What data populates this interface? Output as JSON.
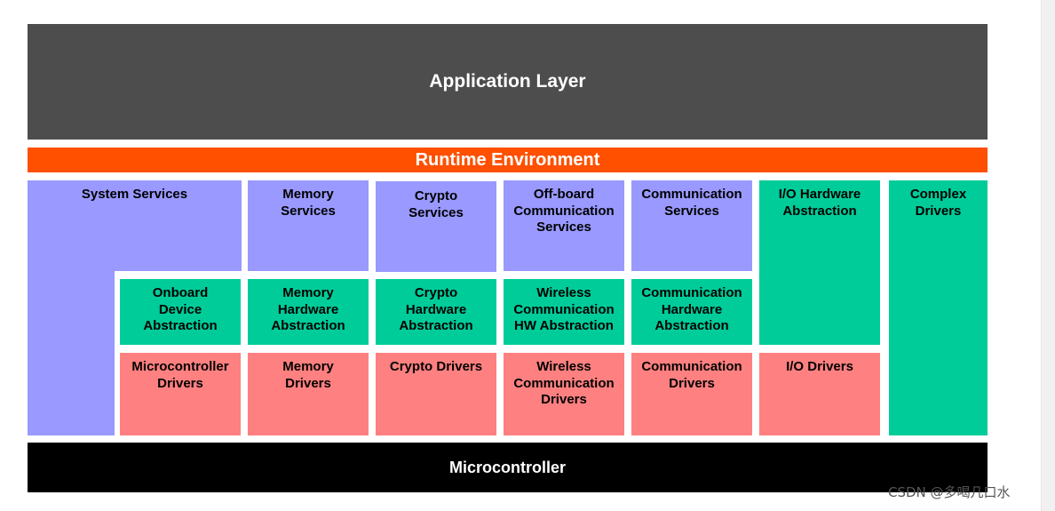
{
  "layers": {
    "application": "Application Layer",
    "rte": "Runtime Environment",
    "microcontroller": "Microcontroller"
  },
  "services": {
    "system": "System Services",
    "memory": "Memory\nServices",
    "crypto": "Crypto\nServices",
    "offboard": "Off-board\nCommunication\nServices",
    "communication": "Communication\nServices"
  },
  "ecu_abstraction": {
    "io_hardware": "I/O Hardware\nAbstraction",
    "complex_drivers": "Complex\nDrivers",
    "onboard": "Onboard\nDevice\nAbstraction",
    "memory": "Memory\nHardware\nAbstraction",
    "crypto": "Crypto\nHardware\nAbstraction",
    "wireless": "Wireless\nCommunication\nHW Abstraction",
    "communication": "Communication\nHardware\nAbstraction"
  },
  "drivers": {
    "microcontroller": "Microcontroller\nDrivers",
    "memory": "Memory\nDrivers",
    "crypto": "Crypto Drivers",
    "wireless": "Wireless\nCommunication\nDrivers",
    "communication": "Communication\nDrivers",
    "io": "I/O Drivers"
  },
  "colors": {
    "application": "#4d4d4d",
    "rte": "#ff5000",
    "services": "#9999ff",
    "abstraction": "#00cc99",
    "drivers": "#ff8080",
    "microcontroller": "#000000"
  },
  "watermark": "CSDN @多喝几口水"
}
